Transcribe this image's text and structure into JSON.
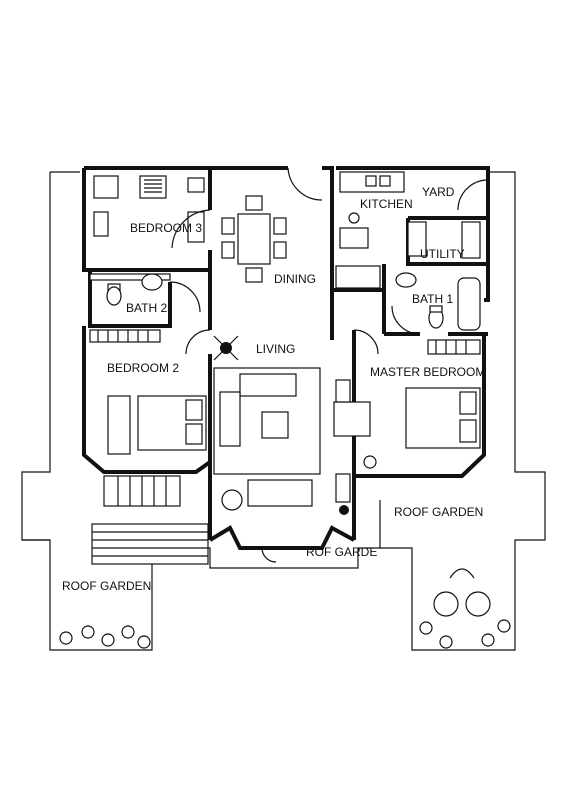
{
  "rooms": {
    "bedroom3": "BEDROOM 3",
    "dining": "DINING",
    "kitchen": "KITCHEN",
    "yard": "YARD",
    "utility": "UTILITY",
    "bath2": "BATH 2",
    "bath1": "BATH 1",
    "living": "LIVING",
    "bedroom2": "BEDROOM 2",
    "master_bedroom": "MASTER BEDROOM",
    "roof_garden_right": "ROOF GARDEN",
    "roof_garden_center": "ROF GARDE",
    "roof_garden_left": "ROOF GARDEN"
  },
  "icons": [
    "door-swing-icon",
    "dining-table-icon",
    "bed-icon",
    "sofa-icon",
    "toilet-icon",
    "bathtub-icon",
    "sink-icon",
    "plant-icon",
    "stair-icon",
    "tree-icon",
    "chair-icon"
  ]
}
